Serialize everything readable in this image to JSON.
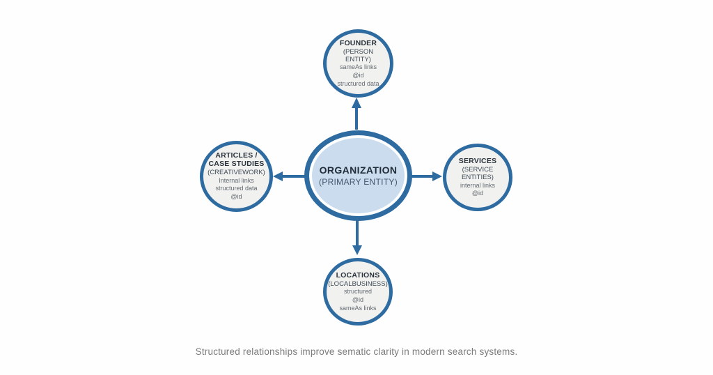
{
  "colors": {
    "connector": "#2e6ba0",
    "node_border": "#2e6ba0",
    "center_fill": "#cadcee",
    "satellite_fill": "#f1f1ef",
    "title_dark": "#212d38",
    "caption_gray": "#7b7b7b"
  },
  "diagram": {
    "center": {
      "title": "ORGANIZATION",
      "subtitle": "(PRIMARY ENTITY)"
    },
    "nodes": [
      {
        "id": "founder",
        "title": "FOUNDER",
        "subtitle": "(PERSON ENTITY)",
        "details": [
          "sameAs links",
          "@id",
          "structured data"
        ]
      },
      {
        "id": "articles-case-studies",
        "title": "ARTICLES / CASE STUDIES",
        "subtitle": "(CREATIVEWORK)",
        "details": [
          "Internal links",
          "structured data",
          "@id"
        ]
      },
      {
        "id": "services",
        "title": "SERVICES",
        "subtitle": "(SERVICE ENTITIES)",
        "details": [
          "internal links",
          "@id"
        ]
      },
      {
        "id": "locations",
        "title": "LOCATIONS",
        "subtitle": "(LOCALBUSINESS)",
        "details": [
          "structured",
          "@id",
          "sameAs links"
        ]
      }
    ]
  },
  "caption": "Structured relationships improve sematic clarity in modern search systems."
}
